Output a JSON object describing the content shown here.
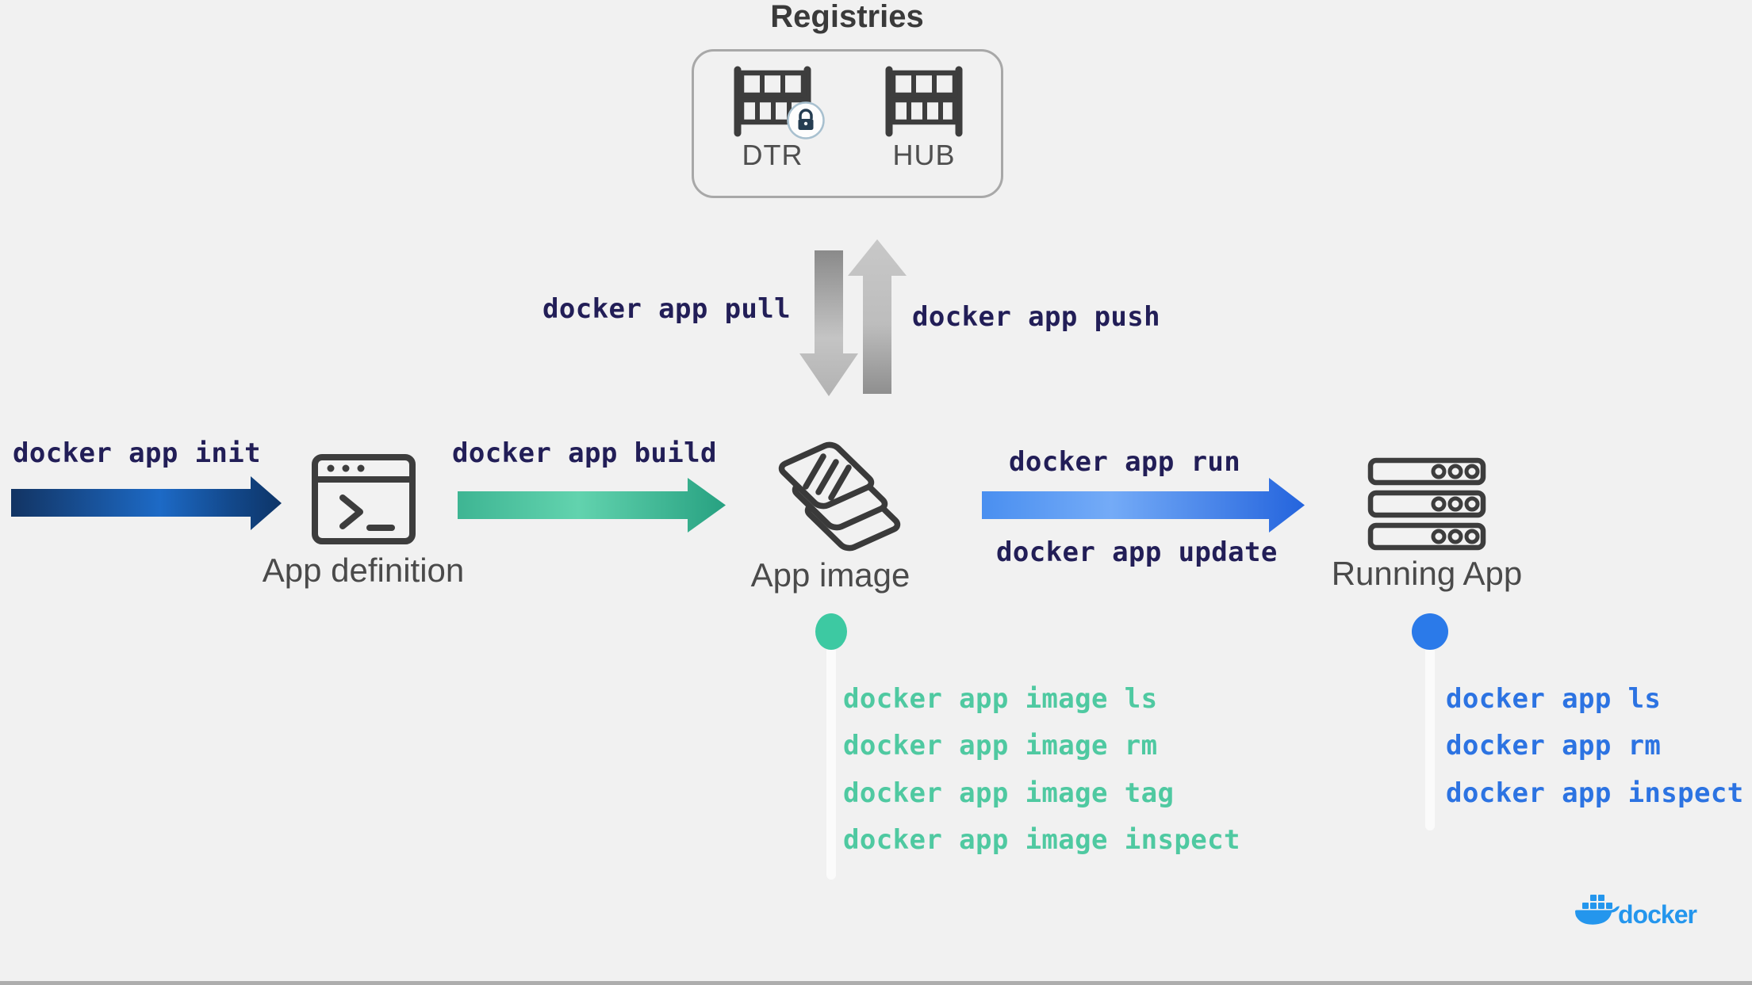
{
  "registries": {
    "title": "Registries",
    "dtr_label": "DTR",
    "hub_label": "HUB"
  },
  "transfer": {
    "pull": "docker app pull",
    "push": "docker app push"
  },
  "flow": {
    "init": "docker app init",
    "app_definition_label": "App definition",
    "build": "docker app build",
    "app_image_label": "App image",
    "run": "docker app run",
    "update": "docker app update",
    "running_app_label": "Running App"
  },
  "app_image_commands": [
    "docker app image ls",
    "docker app image rm",
    "docker app image tag",
    "docker app image inspect"
  ],
  "running_app_commands": [
    "docker app ls",
    "docker app rm",
    "docker app inspect"
  ],
  "branding": {
    "wordmark": "docker"
  },
  "colors": {
    "background": "#f1f1f1",
    "command_navy": "#221e57",
    "teal_dot": "#3dc9a2",
    "teal_text": "#4fc9a1",
    "blue_dot": "#2b7ae9",
    "blue_text": "#2c73e2",
    "docker_blue": "#2496ED",
    "icon_stroke": "#3d3d3d",
    "label_gray": "#4a4a4a"
  }
}
